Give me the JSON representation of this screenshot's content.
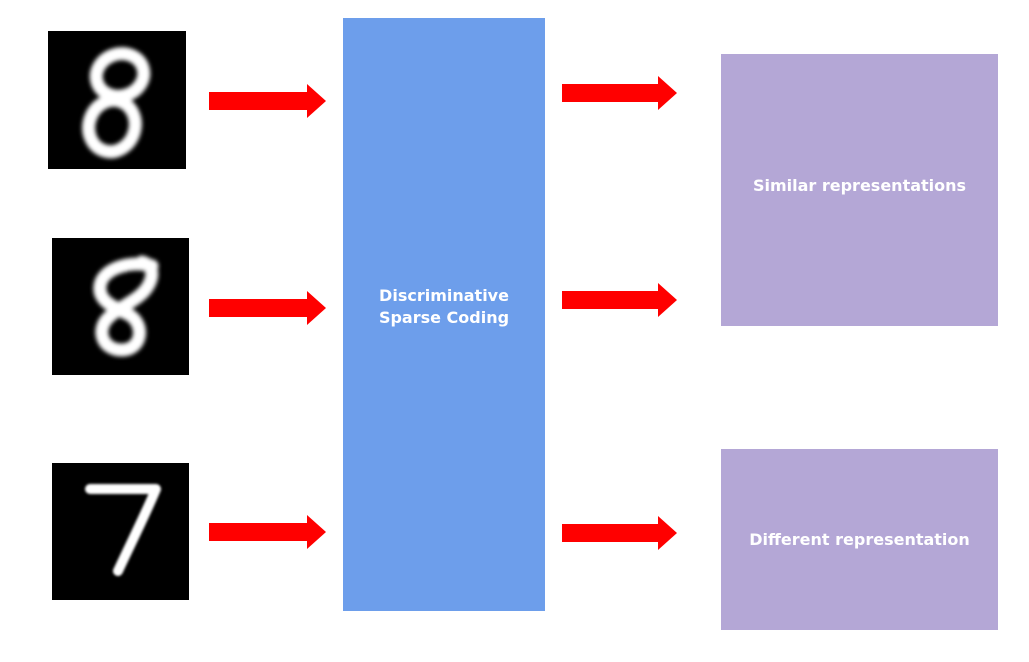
{
  "inputs": [
    {
      "digit": "8",
      "icon": "handwritten-digit-eight"
    },
    {
      "digit": "8",
      "icon": "handwritten-digit-eight"
    },
    {
      "digit": "7",
      "icon": "handwritten-digit-seven"
    }
  ],
  "center_box": {
    "label": "Discriminative\nSparse Coding",
    "color": "#6d9eeb"
  },
  "outputs": [
    {
      "label": "Similar representations",
      "color": "#b4a7d6"
    },
    {
      "label": "Different representation",
      "color": "#b4a7d6"
    }
  ],
  "arrow_color": "#ff0000"
}
